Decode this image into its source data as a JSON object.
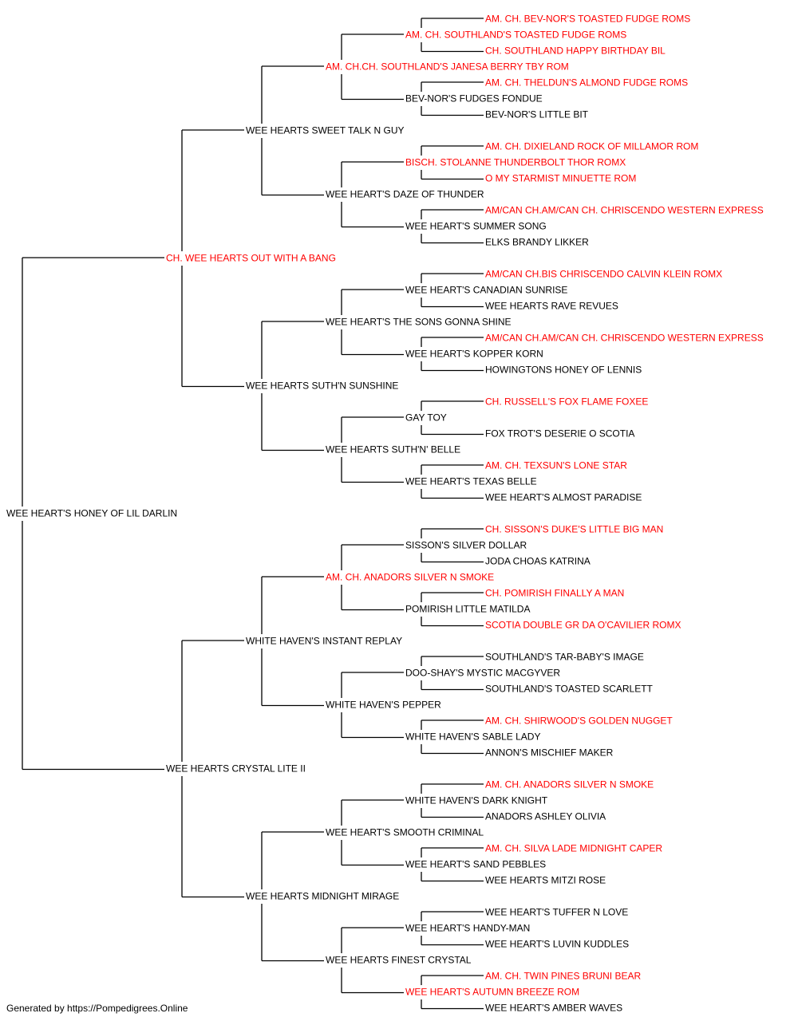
{
  "colors": {
    "champion": "#ff0000",
    "normal": "#000000",
    "line": "#000000"
  },
  "pedigree": {
    "name": "WEE HEART'S HONEY OF LIL DARLIN",
    "champion": false,
    "sire": {
      "name": "CH. WEE HEARTS OUT WITH A BANG",
      "champion": true,
      "sire": {
        "name": "WEE HEARTS SWEET TALK N GUY",
        "champion": false,
        "sire": {
          "name": "AM. CH.CH. SOUTHLAND'S JANESA BERRY TBY ROM",
          "champion": true,
          "sire": {
            "name": "AM. CH. SOUTHLAND'S TOASTED FUDGE ROMS",
            "champion": true,
            "sire": {
              "name": "AM. CH. BEV-NOR'S TOASTED FUDGE ROMS",
              "champion": true
            },
            "dam": {
              "name": "CH. SOUTHLAND HAPPY BIRTHDAY BIL",
              "champion": true
            }
          },
          "dam": {
            "name": "BEV-NOR'S FUDGES FONDUE",
            "champion": false,
            "sire": {
              "name": "AM. CH. THELDUN'S ALMOND FUDGE ROMS",
              "champion": true
            },
            "dam": {
              "name": "BEV-NOR'S LITTLE BIT",
              "champion": false
            }
          }
        },
        "dam": {
          "name": "WEE HEART'S DAZE OF THUNDER",
          "champion": false,
          "sire": {
            "name": "BISCH. STOLANNE THUNDERBOLT THOR ROMX",
            "champion": true,
            "sire": {
              "name": "AM. CH. DIXIELAND ROCK OF MILLAMOR ROM",
              "champion": true
            },
            "dam": {
              "name": "O MY STARMIST MINUETTE ROM",
              "champion": true
            }
          },
          "dam": {
            "name": "WEE HEART'S SUMMER SONG",
            "champion": false,
            "sire": {
              "name": "AM/CAN CH.AM/CAN CH. CHRISCENDO WESTERN EXPRESS",
              "champion": true
            },
            "dam": {
              "name": "ELKS BRANDY LIKKER",
              "champion": false
            }
          }
        }
      },
      "dam": {
        "name": "WEE HEARTS SUTH'N SUNSHINE",
        "champion": false,
        "sire": {
          "name": "WEE HEART'S THE SONS GONNA SHINE",
          "champion": false,
          "sire": {
            "name": "WEE HEART'S CANADIAN SUNRISE",
            "champion": false,
            "sire": {
              "name": "AM/CAN CH.BIS CHRISCENDO CALVIN KLEIN ROMX",
              "champion": true
            },
            "dam": {
              "name": "WEE HEARTS RAVE REVUES",
              "champion": false
            }
          },
          "dam": {
            "name": "WEE HEART'S KOPPER KORN",
            "champion": false,
            "sire": {
              "name": "AM/CAN CH.AM/CAN CH. CHRISCENDO WESTERN EXPRESS",
              "champion": true
            },
            "dam": {
              "name": "HOWINGTONS HONEY OF LENNIS",
              "champion": false
            }
          }
        },
        "dam": {
          "name": "WEE HEARTS SUTH'N' BELLE",
          "champion": false,
          "sire": {
            "name": "GAY TOY",
            "champion": false,
            "sire": {
              "name": "CH. RUSSELL'S FOX FLAME FOXEE",
              "champion": true
            },
            "dam": {
              "name": "FOX TROT'S DESERIE O SCOTIA",
              "champion": false
            }
          },
          "dam": {
            "name": "WEE HEART'S TEXAS BELLE",
            "champion": false,
            "sire": {
              "name": "AM. CH. TEXSUN'S LONE STAR",
              "champion": true
            },
            "dam": {
              "name": "WEE HEART'S ALMOST PARADISE",
              "champion": false
            }
          }
        }
      }
    },
    "dam": {
      "name": "WEE HEARTS CRYSTAL LITE II",
      "champion": false,
      "sire": {
        "name": "WHITE HAVEN'S INSTANT REPLAY",
        "champion": false,
        "sire": {
          "name": "AM. CH. ANADORS SILVER N SMOKE",
          "champion": true,
          "sire": {
            "name": "SISSON'S SILVER DOLLAR",
            "champion": false,
            "sire": {
              "name": "CH. SISSON'S DUKE'S LITTLE BIG MAN",
              "champion": true
            },
            "dam": {
              "name": "JODA CHOAS KATRINA",
              "champion": false
            }
          },
          "dam": {
            "name": "POMIRISH LITTLE MATILDA",
            "champion": false,
            "sire": {
              "name": "CH. POMIRISH FINALLY A MAN",
              "champion": true
            },
            "dam": {
              "name": "SCOTIA DOUBLE GR DA O'CAVILIER ROMX",
              "champion": true
            }
          }
        },
        "dam": {
          "name": "WHITE HAVEN'S PEPPER",
          "champion": false,
          "sire": {
            "name": "DOO-SHAY'S MYSTIC MACGYVER",
            "champion": false,
            "sire": {
              "name": "SOUTHLAND'S TAR-BABY'S IMAGE",
              "champion": false
            },
            "dam": {
              "name": "SOUTHLAND'S TOASTED SCARLETT",
              "champion": false
            }
          },
          "dam": {
            "name": "WHITE HAVEN'S SABLE LADY",
            "champion": false,
            "sire": {
              "name": "AM. CH. SHIRWOOD'S GOLDEN NUGGET",
              "champion": true
            },
            "dam": {
              "name": "ANNON'S MISCHIEF MAKER",
              "champion": false
            }
          }
        }
      },
      "dam": {
        "name": "WEE HEARTS MIDNIGHT MIRAGE",
        "champion": false,
        "sire": {
          "name": "WEE HEART'S SMOOTH CRIMINAL",
          "champion": false,
          "sire": {
            "name": "WHITE HAVEN'S DARK KNIGHT",
            "champion": false,
            "sire": {
              "name": "AM. CH. ANADORS SILVER N SMOKE",
              "champion": true
            },
            "dam": {
              "name": "ANADORS ASHLEY OLIVIA",
              "champion": false
            }
          },
          "dam": {
            "name": "WEE HEART'S SAND PEBBLES",
            "champion": false,
            "sire": {
              "name": "AM. CH. SILVA LADE MIDNIGHT CAPER",
              "champion": true
            },
            "dam": {
              "name": "WEE HEARTS MITZI ROSE",
              "champion": false
            }
          }
        },
        "dam": {
          "name": "WEE HEARTS FINEST CRYSTAL",
          "champion": false,
          "sire": {
            "name": "WEE HEART'S HANDY-MAN",
            "champion": false,
            "sire": {
              "name": "WEE HEART'S TUFFER N LOVE",
              "champion": false
            },
            "dam": {
              "name": "WEE HEART'S LUVIN KUDDLES",
              "champion": false
            }
          },
          "dam": {
            "name": "WEE HEART'S AUTUMN BREEZE ROM",
            "champion": true,
            "sire": {
              "name": "AM. CH. TWIN PINES BRUNI BEAR",
              "champion": true
            },
            "dam": {
              "name": "WEE HEART'S AMBER WAVES",
              "champion": false
            }
          }
        }
      }
    }
  },
  "footer": {
    "text": "Generated by https://Pompedigrees.Online"
  }
}
